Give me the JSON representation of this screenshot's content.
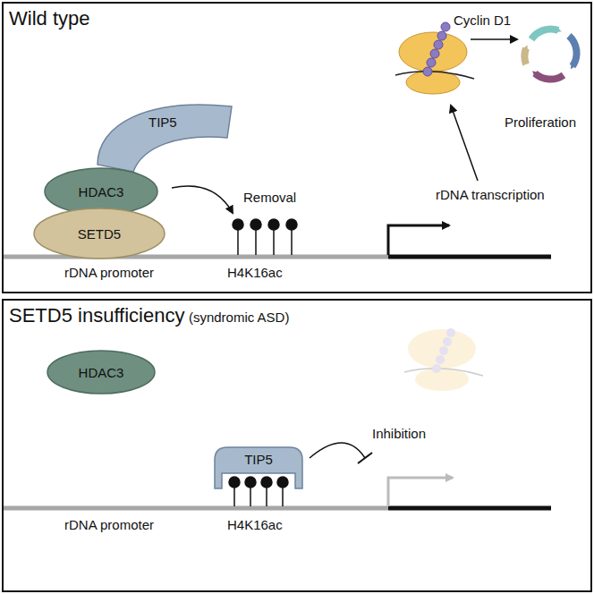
{
  "diagram": {
    "nodes": [
      {
        "text": [
          "Wild type"
        ]
      },
      {
        "text": [
          "TIP5"
        ],
        "in": 0
      },
      {
        "text": [
          "HDAC3"
        ],
        "in": 0
      },
      {
        "text": [
          "SETD5"
        ],
        "in": 0
      },
      {
        "text": [
          "SETD5 insufficiency",
          "(syndromic ASD)"
        ]
      },
      {
        "text": [
          "HDAC3"
        ],
        "in": 4
      },
      {
        "text": [
          "TIP5"
        ],
        "in": 4
      }
    ],
    "labels": [
      "Cyclin D1",
      "Proliferation",
      "Removal",
      "rDNA transcription",
      "rDNA promoter",
      "H4K16ac",
      "Inhibition",
      "rDNA promoter",
      "H4K16ac"
    ]
  }
}
